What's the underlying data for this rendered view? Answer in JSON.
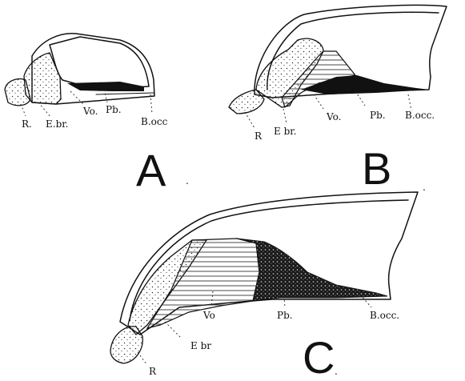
{
  "figures": [
    {
      "letter": "A",
      "labels": {
        "rostrum": "R.",
        "ethmoid": "E.br.",
        "vomer": "Vo.",
        "parabasal": "Pb.",
        "basioccipital": "B.occ"
      }
    },
    {
      "letter": "B",
      "labels": {
        "rostrum": "R",
        "ethmoid": "E br.",
        "vomer": "Vo.",
        "parabasal": "Pb.",
        "basioccipital": "B.occ."
      }
    },
    {
      "letter": "C",
      "labels": {
        "rostrum": "R",
        "ethmoid": "E br",
        "vomer": "Vo",
        "parabasal": "Pb.",
        "basioccipital": "B.occ."
      }
    }
  ],
  "punctuation": "."
}
